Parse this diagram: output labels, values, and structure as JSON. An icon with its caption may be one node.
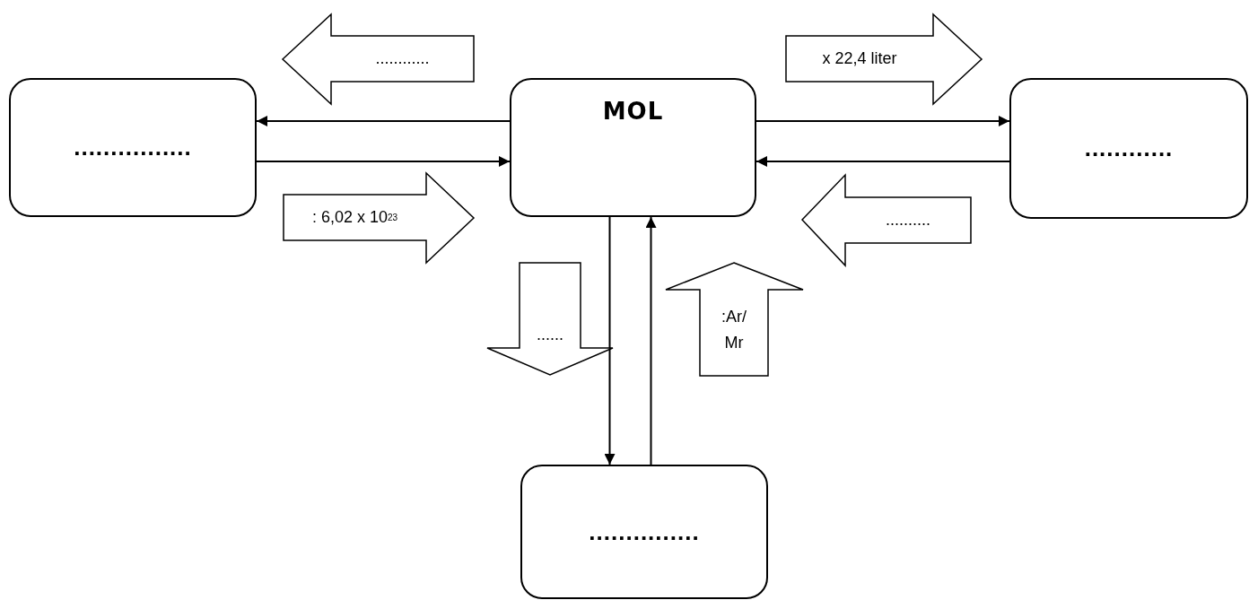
{
  "diagram": {
    "nodes": [
      {
        "text": [
          "............"
        ]
      },
      {
        "text": [
          "x 22,4 liter"
        ]
      },
      {
        "text": [
          "................"
        ]
      },
      {
        "text": [
          "MOL"
        ]
      },
      {
        "text": [
          "............"
        ]
      },
      {
        "text": [
          ": 6,02 x 10$^{23}$"
        ]
      },
      {
        "text": [
          ".........."
        ]
      },
      {
        "text": [
          "......"
        ]
      },
      {
        "text": [
          ":Ar/ Mr"
        ]
      },
      {
        "text": [
          "..............."
        ]
      }
    ],
    "edges": [
      {
        "from": 3,
        "to": 2,
        "arrow": "to"
      },
      {
        "from": 2,
        "to": 3,
        "arrow": "to"
      },
      {
        "from": 3,
        "to": 4,
        "arrow": "to"
      },
      {
        "from": 4,
        "to": 3,
        "arrow": "to"
      },
      {
        "from": 3,
        "to": 9,
        "arrow": "to"
      },
      {
        "from": 9,
        "to": 3,
        "arrow": "to"
      }
    ]
  }
}
